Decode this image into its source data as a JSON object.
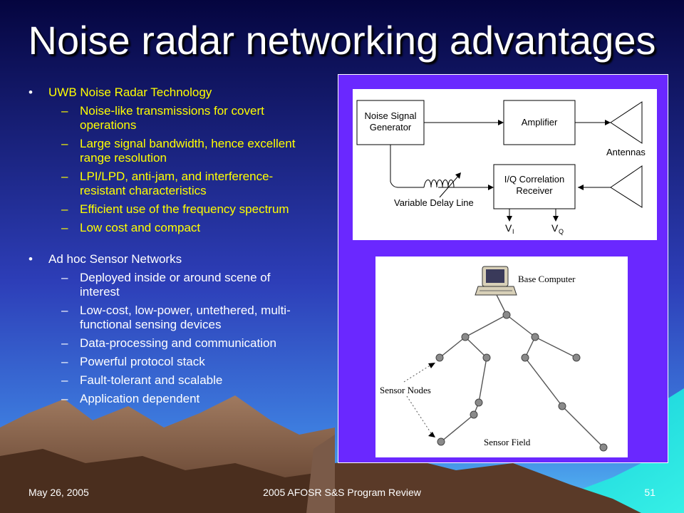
{
  "slide": {
    "title": "Noise radar networking advantages",
    "section1": {
      "heading": "UWB Noise Radar Technology",
      "items": [
        "Noise-like transmissions for covert operations",
        "Large signal bandwidth, hence excellent range resolution",
        "LPI/LPD, anti-jam, and interference-resistant characteristics",
        "Efficient use of the frequency spectrum",
        "Low cost and compact"
      ]
    },
    "section2": {
      "heading": "Ad hoc Sensor Networks",
      "items": [
        "Deployed inside or around scene of interest",
        "Low-cost, low-power, untethered, multi-functional sensing devices",
        "Data-processing and communication",
        "Powerful protocol stack",
        "Fault-tolerant and scalable",
        "Application dependent"
      ]
    },
    "bullet_glyph": "•",
    "dash_glyph": "–"
  },
  "block_diagram": {
    "noise_signal_generator": [
      "Noise Signal",
      "Generator"
    ],
    "amplifier": "Amplifier",
    "antennas": "Antennas",
    "iq_correlation_receiver": [
      "I/Q Correlation",
      "Receiver"
    ],
    "variable_delay_line": "Variable Delay Line",
    "v_letter": "V",
    "output_i": "I",
    "output_q": "Q"
  },
  "sensor_diagram": {
    "base_computer": "Base Computer",
    "sensor_nodes": "Sensor Nodes",
    "sensor_field": "Sensor Field"
  },
  "footer": {
    "date": "May 26, 2005",
    "event": "2005 AFOSR S&S Program Review",
    "page": "51"
  },
  "colors": {
    "sky_top": "#06064a",
    "sky_mid": "#3a4fc8",
    "horizon": "#4ab0f0",
    "mountain": "#7a5a48",
    "ground": "#4a3020",
    "water": "#1adfe8",
    "title_text": "#ffffff",
    "bullet_uwb": "#ffff00",
    "bullet_adhoc": "#ffffff",
    "figure_panel": "#6a28ff",
    "node_fill": "#808080"
  },
  "icons": [
    "computer-icon",
    "antenna-icon",
    "coil-icon"
  ]
}
